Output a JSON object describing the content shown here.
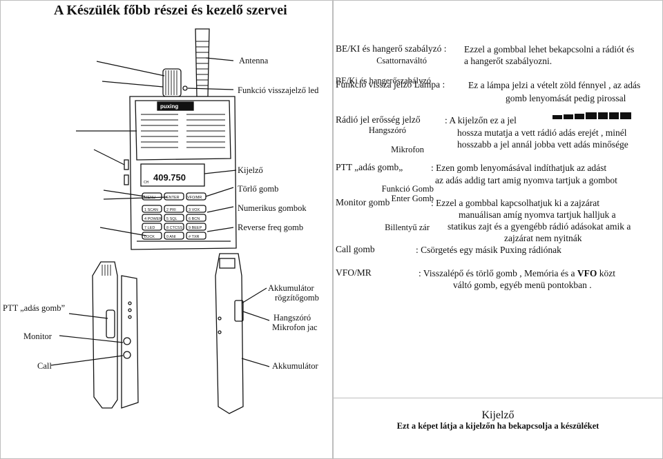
{
  "title": "A Készülék főbb részei és kezelő szervei",
  "left_labels": {
    "channel": "Csattornaváltó",
    "power_volume": "BE/Ki és hangerőszabályzó",
    "speaker": "Hangszóró",
    "mic": "Mikrofon",
    "func_btn": "Funkció Gomb",
    "enter_btn": "Enter Gomb",
    "keylock": "Billentyű zár",
    "ptt": "PTT „adás gomb”",
    "monitor": "Monitor",
    "call": "Call"
  },
  "right_labels": {
    "antenna": "Antenna",
    "func_led": "Funkció visszajelző led",
    "display": "Kijelző",
    "delete": "Törlő gomb",
    "numeric": "Numerikus gombok",
    "reverse": "Reverse freq gomb",
    "battery_lock_1": "Akkumulátor",
    "battery_lock_2": "rögzítőgomb",
    "jack_1": "Hangszóró",
    "jack_2": "Mikrofon jac",
    "battery": "Akkumulátor"
  },
  "radio": {
    "brand": "puxing",
    "lcd_freq": "409.750",
    "lcd_sub": "CH",
    "keys": [
      {
        "num": "1",
        "sub": "SCAN"
      },
      {
        "num": "2",
        "sub": "PRI"
      },
      {
        "num": "3",
        "sub": "VOX"
      },
      {
        "num": "4",
        "sub": "POWER"
      },
      {
        "num": "5",
        "sub": "SQL"
      },
      {
        "num": "6",
        "sub": "BCN"
      },
      {
        "num": "7",
        "sub": "LED"
      },
      {
        "num": "8",
        "sub": "CTCSS"
      },
      {
        "num": "9",
        "sub": "BEEP"
      },
      {
        "num": "",
        "sub": "LOCK"
      },
      {
        "num": "0",
        "sub": "ANI"
      },
      {
        "num": "#",
        "sub": "TXR"
      }
    ],
    "menu_keys": [
      "MENU",
      "ENTER",
      "VFO/MR"
    ]
  },
  "descriptions": {
    "power": {
      "term": "BE/KI és hangerő szabályzó :",
      "text1": "Ezzel a gombbal lehet bekapcsolni a rádiót és",
      "text2": "a hangerőt szabályozni."
    },
    "lamp": {
      "term": "Funkció vissza jelző Lámpa :",
      "text1": "Ez a lámpa jelzi a vételt zöld fénnyel , az adás",
      "text2": "gomb   lenyomását pedig pirossal"
    },
    "signal": {
      "term": "Rádió jel erősség jelző",
      "text1": ":  A kijelzőn  ez a jel",
      "text2": "hossza mutatja a vett rádió adás erejét , minél",
      "text3": "hosszabb a jel annál jobba vett adás minősége"
    },
    "ptt": {
      "term": "PTT „adás gomb„",
      "text1": ": Ezen gomb lenyomásával indíthatjuk az adást",
      "text2": "az adás addig tart amig nyomva tartjuk a gombot"
    },
    "monitor": {
      "term": "Monitor gomb",
      "text1": ": Ezzel a gombbal kapcsolhatjuk ki a zajzárat",
      "text2": "manuálisan amíg nyomva tartjuk halljuk a",
      "text3": "statikus zajt és a gyengébb rádió adásokat amik a",
      "text4": "zajzárat nem nyitnák"
    },
    "call": {
      "term": "Call gomb",
      "text1": ":  Csörgetés egy másik Puxing rádiónak"
    },
    "vfo": {
      "term": "VFO/MR",
      "text1": ": Visszalépő és törlő gomb , Memória és a",
      "bold": "VFO",
      "text1b": "közt",
      "text2": "váltó gomb, egyéb menü pontokban ."
    }
  },
  "footer": {
    "title": "Kijelző",
    "subtitle": "Ezt a képet látja a kijelzőn ha bekapcsolja a készüléket"
  }
}
